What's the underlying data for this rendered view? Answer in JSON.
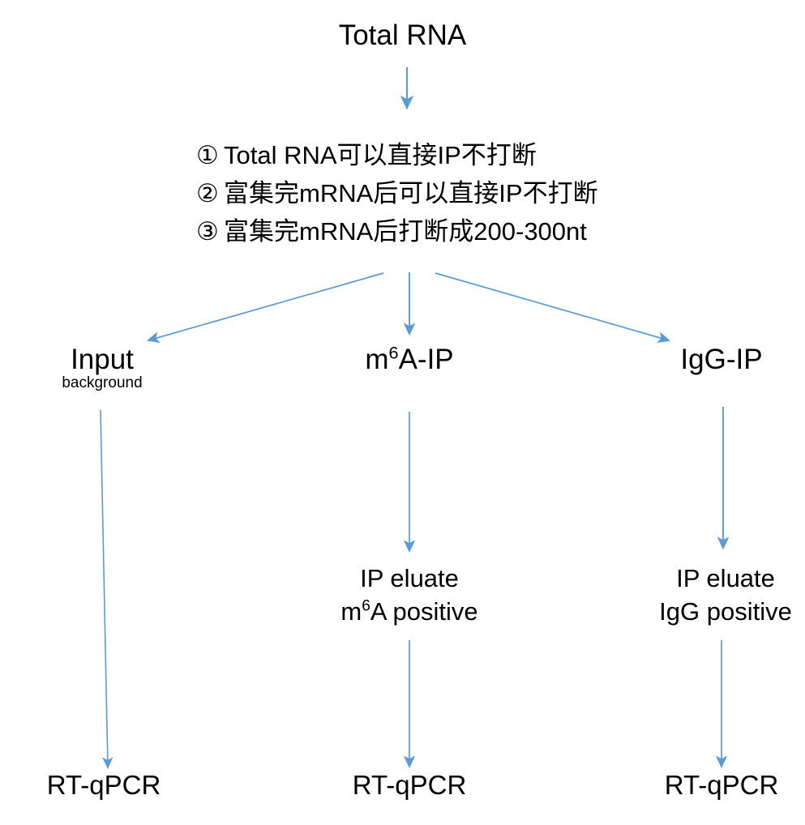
{
  "diagram": {
    "title": "Total RNA",
    "steps": [
      {
        "marker": "①",
        "text": "Total RNA可以直接IP不打断"
      },
      {
        "marker": "②",
        "text": "富集完mRNA后可以直接IP不打断"
      },
      {
        "marker": "③",
        "text": "富集完mRNA后打断成200-300nt"
      }
    ],
    "branches": {
      "left": {
        "label": "Input",
        "sublabel": "background"
      },
      "center": {
        "label_pre": "m",
        "label_sup": "6",
        "label_post": "A-IP"
      },
      "right": {
        "label": "IgG-IP"
      }
    },
    "eluates": {
      "center": {
        "line1": "IP eluate",
        "line2_pre": "m",
        "line2_sup": "6",
        "line2_post": "A positive"
      },
      "right": {
        "line1": "IP eluate",
        "line2": "IgG positive"
      }
    },
    "terminals": {
      "left": "RT-qPCR",
      "center": "RT-qPCR",
      "right": "RT-qPCR"
    },
    "colors": {
      "arrow": "#5B9BD5",
      "text": "#000000",
      "background": "#FFFFFF"
    }
  }
}
